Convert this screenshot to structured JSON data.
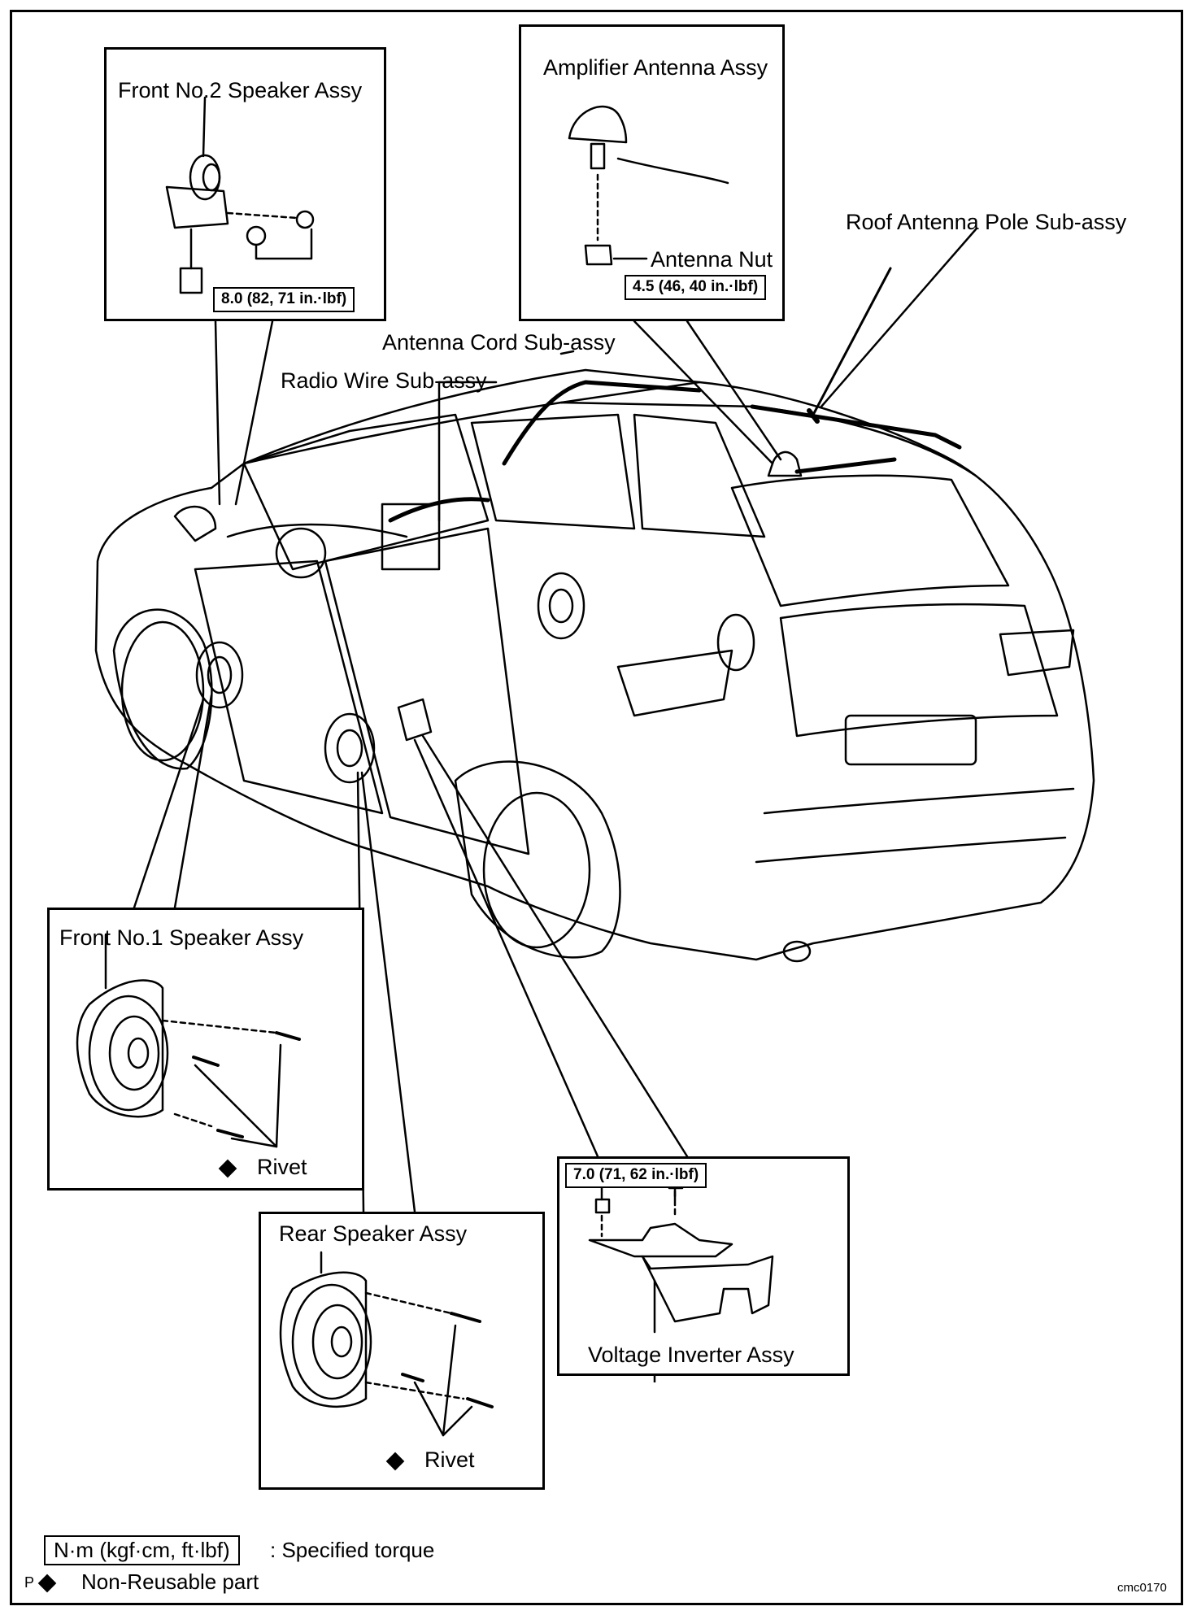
{
  "labels": {
    "front_no2_speaker": "Front No.2 Speaker Assy",
    "amplifier_antenna": "Amplifier Antenna Assy",
    "antenna_nut": "Antenna Nut",
    "roof_antenna_pole": "Roof Antenna Pole Sub-assy",
    "antenna_cord": "Antenna Cord Sub-assy",
    "radio_wire": "Radio Wire Sub-assy",
    "front_no1_speaker": "Front No.1 Speaker Assy",
    "rear_speaker": "Rear Speaker Assy",
    "voltage_inverter": "Voltage Inverter Assy",
    "rivet_1": "Rivet",
    "rivet_2": "Rivet"
  },
  "torques": {
    "front_no2": "8.0 (82, 71 in.·lbf)",
    "antenna_nut": "4.5 (46, 40 in.·lbf)",
    "voltage_inverter": "7.0 (71, 62 in.·lbf)"
  },
  "legend": {
    "torque_unit": "N·m (kgf·cm, ft·lbf)",
    "torque_desc": ": Specified torque",
    "p_mark": "P",
    "non_reusable": "Non-Reusable part"
  },
  "figure_code": "cmc0170"
}
